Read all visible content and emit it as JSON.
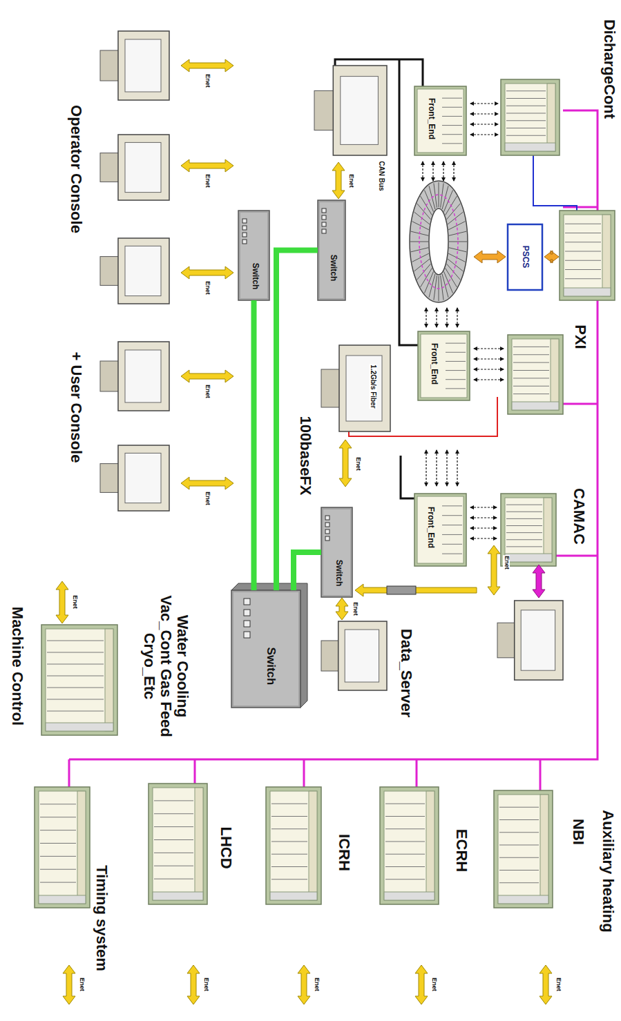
{
  "diagram": {
    "nodes": [
      {
        "text": [
          "DichargeCont"
        ]
      },
      {
        "text": [
          "PSCS"
        ]
      },
      {
        "text": [
          "Front_End"
        ]
      },
      {
        "text": [
          "Front_End"
        ]
      },
      {
        "text": [
          "PXI"
        ]
      },
      {
        "text": [
          "Front_End"
        ]
      },
      {
        "text": [
          "CAMAC"
        ]
      },
      {
        "text": [
          "Switch"
        ]
      },
      {
        "text": [
          "Switch"
        ]
      },
      {
        "text": [
          "Switch"
        ]
      },
      {
        "text": [
          "Switch"
        ]
      },
      {
        "text": [
          "Machine Control",
          "Water Cooling Vac_Cont Gas Feed Cryo_Etc"
        ]
      },
      {
        "text": [
          "NBI"
        ]
      },
      {
        "text": [
          "ECRH"
        ]
      },
      {
        "text": [
          "ICRH"
        ]
      },
      {
        "text": [
          "LHCD"
        ]
      },
      {
        "text": [
          "Timing system"
        ]
      }
    ],
    "edges": [
      {
        "from": 7,
        "to": 10,
        "arrow": "none"
      },
      {
        "from": 8,
        "to": 10,
        "arrow": "none"
      },
      {
        "from": 9,
        "to": 10,
        "arrow": "none"
      }
    ],
    "labels": [
      "Operator Console",
      "+ User Console",
      "100baseFX",
      "Data_Server",
      "Auxiliary heating",
      "CAN Bus",
      "1.2Gb/s Fiber",
      "Enet",
      "Enet",
      "Enet",
      "Enet",
      "Enet",
      "Enet",
      "Enet",
      "Enet",
      "Enet",
      "Enet",
      "Enet",
      "Enet",
      "Enet",
      "Enet",
      "Enet"
    ]
  }
}
